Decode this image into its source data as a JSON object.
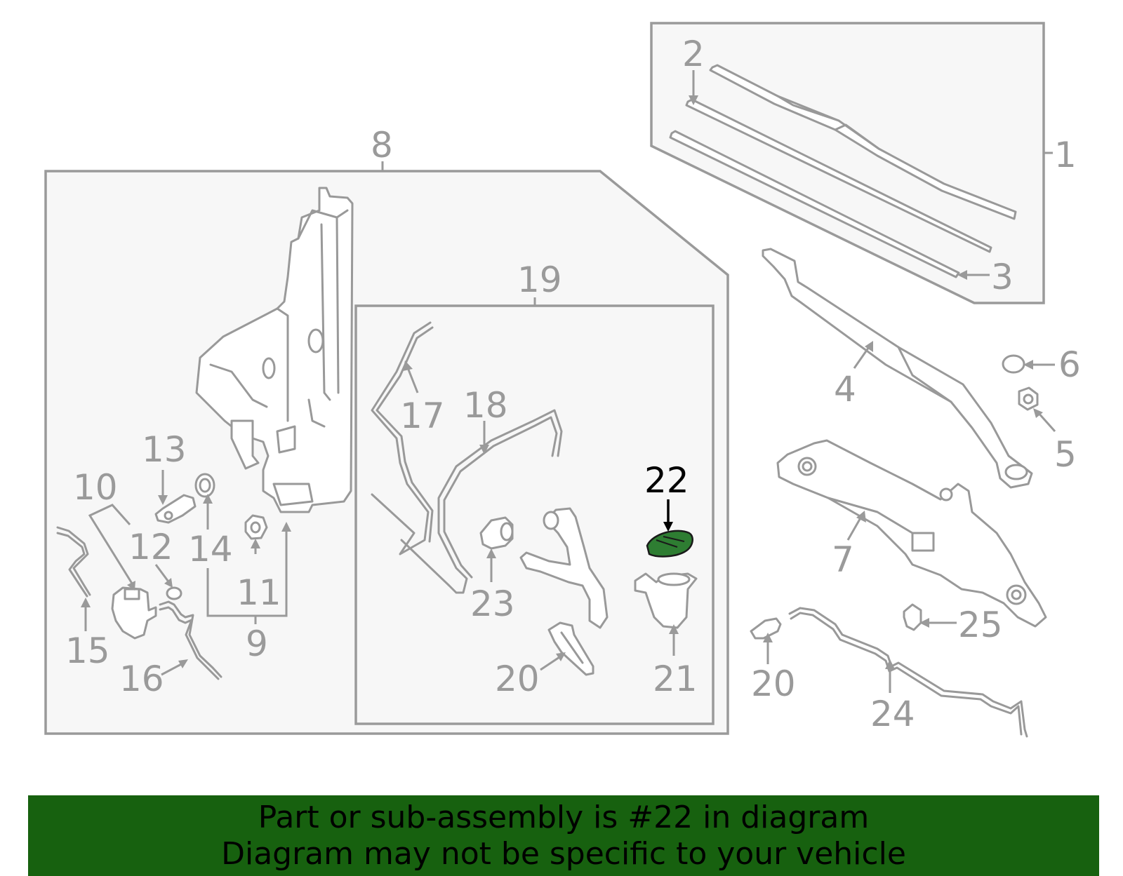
{
  "colors": {
    "banner_bg": "#17610f",
    "highlight_part": "#2e7d32",
    "label_gray": "#9a9a9a",
    "highlight_label": "#000000"
  },
  "callouts": {
    "c1": "1",
    "c2": "2",
    "c3": "3",
    "c4": "4",
    "c5": "5",
    "c6": "6",
    "c7": "7",
    "c8": "8",
    "c9": "9",
    "c10": "10",
    "c11": "11",
    "c12": "12",
    "c13": "13",
    "c14": "14",
    "c15": "15",
    "c16": "16",
    "c17": "17",
    "c18": "18",
    "c19": "19",
    "c20a": "20",
    "c20b": "20",
    "c21": "21",
    "c22": "22",
    "c23": "23",
    "c24": "24",
    "c25": "25"
  },
  "highlighted_part": "22",
  "banner": {
    "line1": "Part or sub-assembly is #22 in diagram",
    "line2": "Diagram may not be specific to your vehicle"
  }
}
